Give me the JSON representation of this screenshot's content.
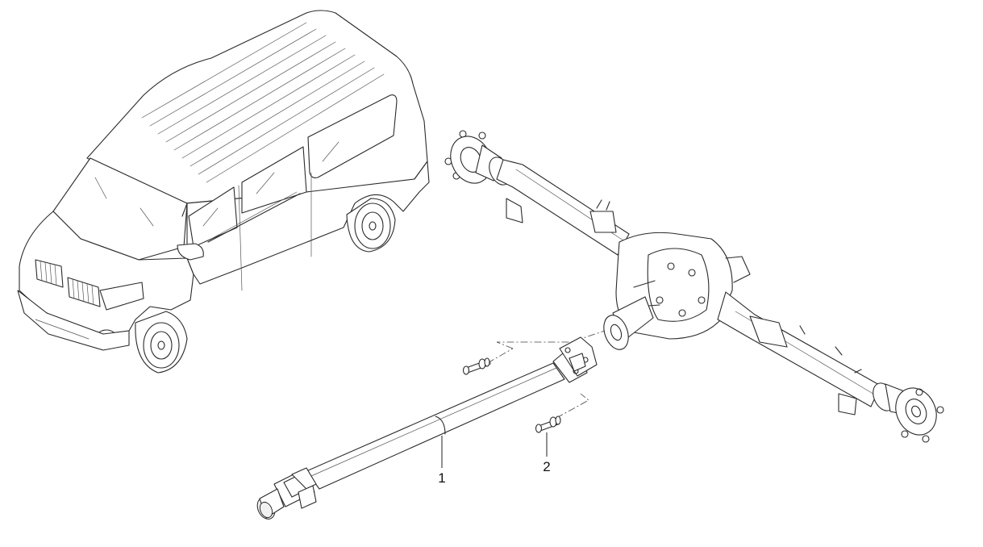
{
  "diagram": {
    "callouts": [
      {
        "id": "1",
        "label": "1"
      },
      {
        "id": "2",
        "label": "2"
      }
    ],
    "line_color": "#2a2a2a",
    "background": "#ffffff"
  }
}
